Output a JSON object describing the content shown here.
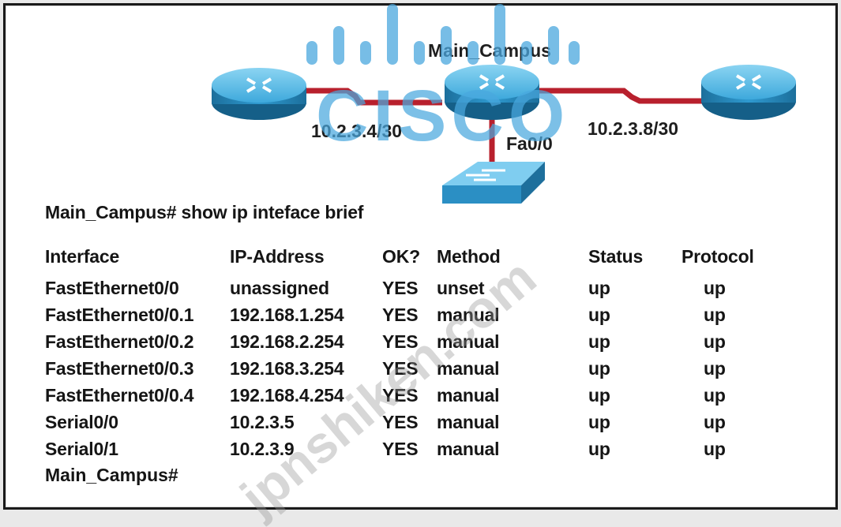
{
  "topology": {
    "center_router_label": "Main_Campus",
    "left_link_label": "10.2.3.4/30",
    "right_link_label": "10.2.3.8/30",
    "switch_link_label": "Fa0/0",
    "colors": {
      "router": "#2a8fc4",
      "router_top": "#6cc4ea",
      "link": "#c0232f",
      "switch": "#3aa3d8"
    }
  },
  "terminal": {
    "command": "Main_Campus# show ip inteface brief",
    "headers": {
      "interface": "Interface",
      "ip": "IP-Address",
      "ok": "OK?",
      "method": "Method",
      "status": "Status",
      "protocol": "Protocol"
    },
    "rows": [
      {
        "interface": "FastEthernet0/0",
        "ip": "unassigned",
        "ok": "YES",
        "method": "unset",
        "status": "up",
        "protocol": "up"
      },
      {
        "interface": "FastEthernet0/0.1",
        "ip": "192.168.1.254",
        "ok": "YES",
        "method": "manual",
        "status": "up",
        "protocol": "up"
      },
      {
        "interface": "FastEthernet0/0.2",
        "ip": "192.168.2.254",
        "ok": "YES",
        "method": "manual",
        "status": "up",
        "protocol": "up"
      },
      {
        "interface": "FastEthernet0/0.3",
        "ip": "192.168.3.254",
        "ok": "YES",
        "method": "manual",
        "status": "up",
        "protocol": "up"
      },
      {
        "interface": "FastEthernet0/0.4",
        "ip": "192.168.4.254",
        "ok": "YES",
        "method": "manual",
        "status": "up",
        "protocol": "up"
      },
      {
        "interface": "Serial0/0",
        "ip": "10.2.3.5",
        "ok": "YES",
        "method": "manual",
        "status": "up",
        "protocol": "up"
      },
      {
        "interface": "Serial0/1",
        "ip": "10.2.3.9",
        "ok": "YES",
        "method": "manual",
        "status": "up",
        "protocol": "up"
      }
    ],
    "final_prompt": "Main_Campus#"
  },
  "watermark": {
    "logo_text": "CISCO",
    "site_text": "jpnshiken.com",
    "color": "#4aa7de"
  }
}
